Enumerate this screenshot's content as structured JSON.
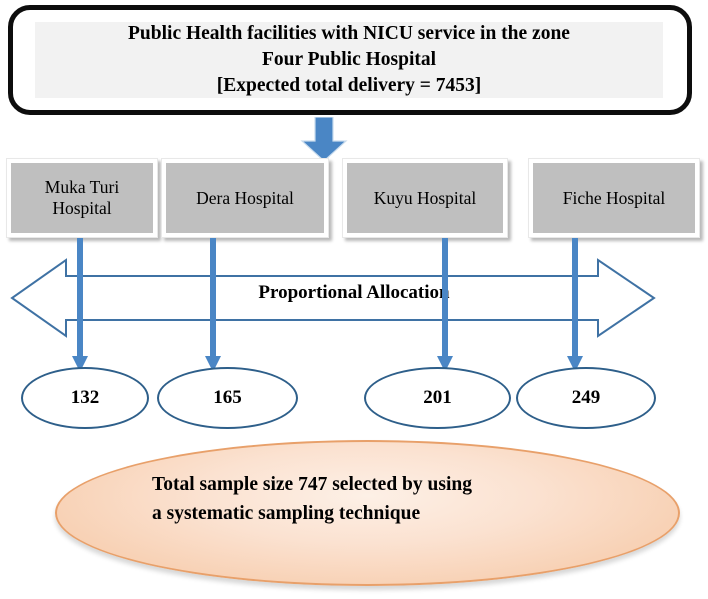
{
  "diagram": {
    "title_box": {
      "lines": [
        "Public Health facilities with NICU service in the zone",
        "Four Public Hospital",
        "[Expected total delivery = 7453]"
      ],
      "expected_total_delivery": 7453
    },
    "flow_arrow": {
      "icon": "down-block-arrow",
      "color": "#4a86c5"
    },
    "hospitals": [
      {
        "name": "Muka Turi Hospital"
      },
      {
        "name": "Dera Hospital"
      },
      {
        "name": "Kuyu Hospital"
      },
      {
        "name": "Fiche Hospital"
      }
    ],
    "allocation": {
      "label": "Proportional Allocation",
      "icon": "double-headed-arrow",
      "outline_color": "#3f72a4"
    },
    "samples": [
      {
        "value": "132"
      },
      {
        "value": "165"
      },
      {
        "value": "201"
      },
      {
        "value": "249"
      }
    ],
    "total": {
      "lines": [
        "Total sample size 747 selected by using",
        "a systematic sampling technique"
      ],
      "sample_size": 747,
      "fill_color": "#f8d2b6",
      "border_color": "#e8a06a"
    },
    "colors": {
      "box_fill": "#bfbfbf",
      "title_inner_fill": "#f2f2f2",
      "title_border": "#0d0d0d",
      "connector_blue": "#4a86c5",
      "ellipse_border": "#2e5f8a"
    }
  }
}
